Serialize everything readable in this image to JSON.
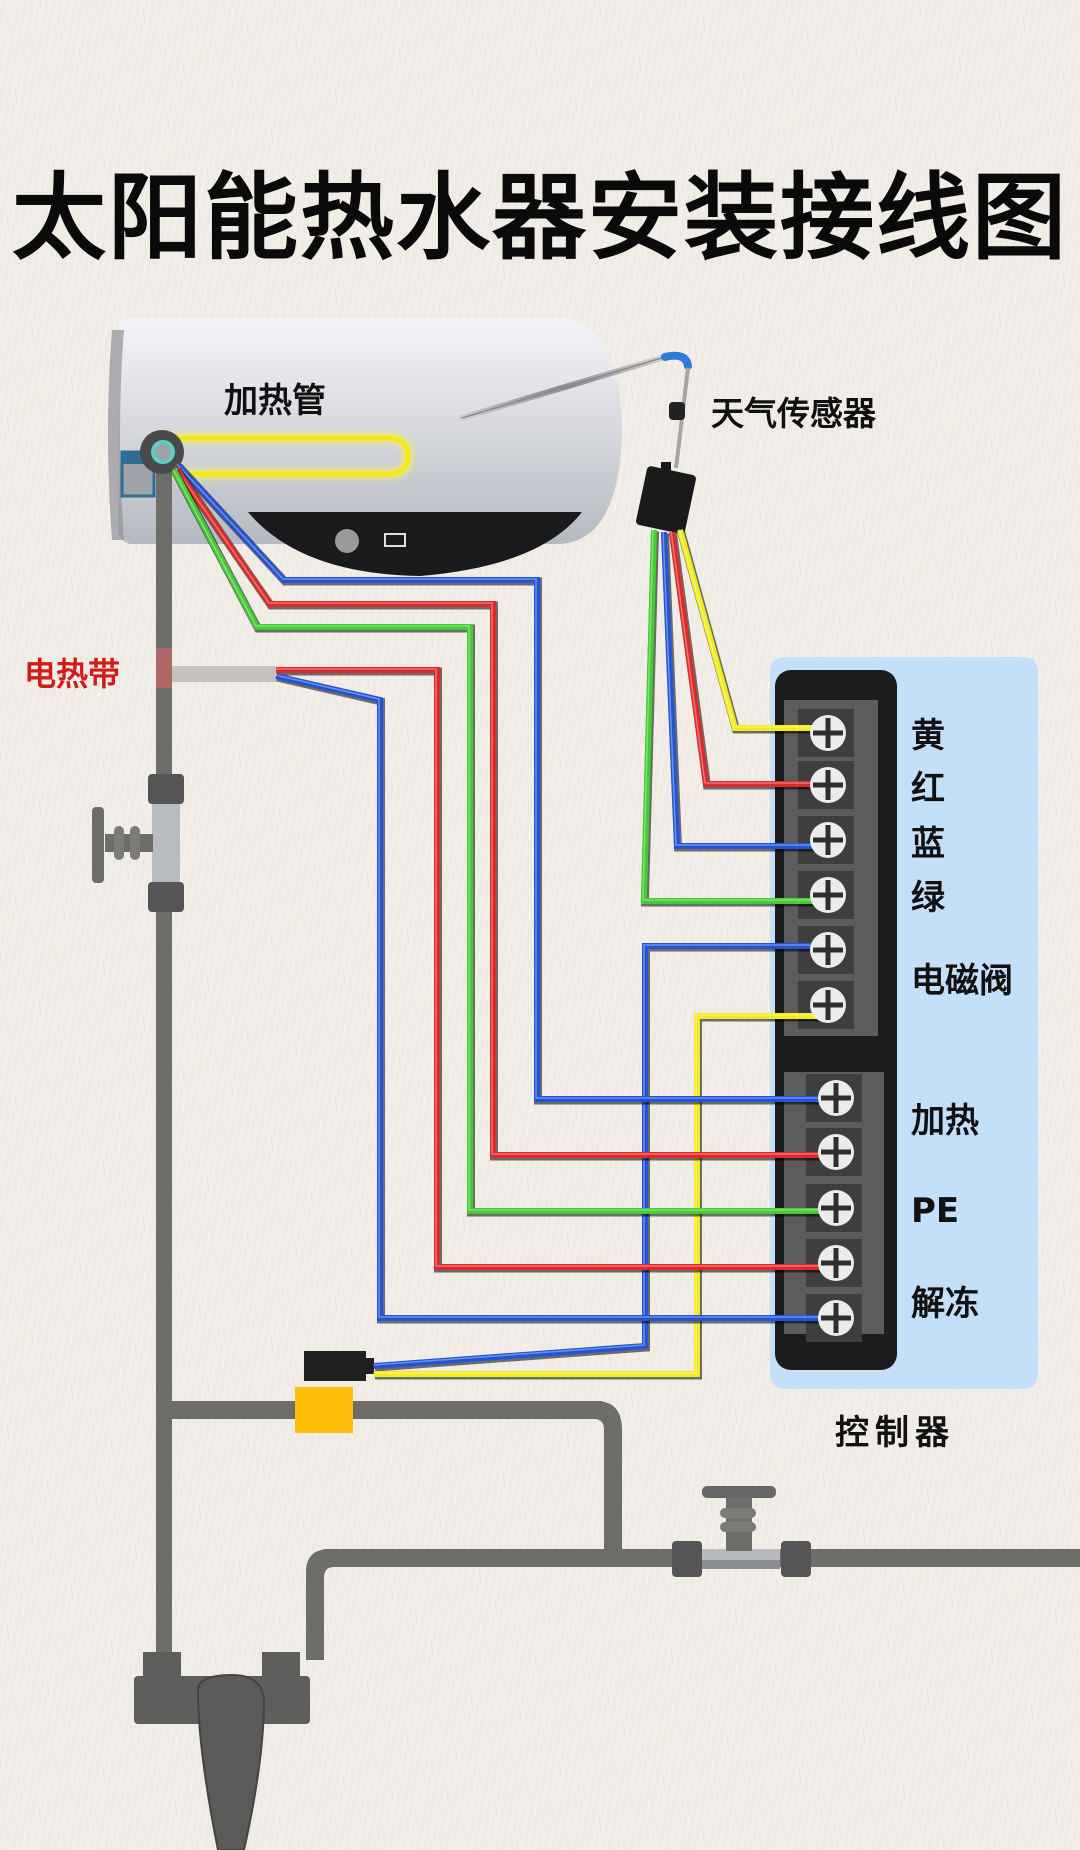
{
  "title": "太阳能热水器安装接线图",
  "labels": {
    "heating_tube": "加热管",
    "weather_sensor": "天气传感器",
    "heating_band": "电热带",
    "controller": "控制器"
  },
  "controller": {
    "upper_block": {
      "terminals": [
        {
          "wire_color": "yellow",
          "label": "黄"
        },
        {
          "wire_color": "red",
          "label": "红"
        },
        {
          "wire_color": "blue",
          "label": "蓝"
        },
        {
          "wire_color": "green",
          "label": "绿"
        },
        {
          "wire_color": "blue",
          "label": ""
        },
        {
          "wire_color": "yellow",
          "label": ""
        }
      ],
      "group_label": "电磁阀"
    },
    "lower_block": {
      "terminals": [
        {
          "wire_color": "blue",
          "label": ""
        },
        {
          "wire_color": "red",
          "label": ""
        },
        {
          "wire_color": "green",
          "label": ""
        },
        {
          "wire_color": "red",
          "label": ""
        },
        {
          "wire_color": "blue",
          "label": ""
        }
      ],
      "group_labels": [
        "加热",
        "PE",
        "解冻"
      ]
    }
  },
  "connections": [
    {
      "from": "天气传感器",
      "wire": "yellow",
      "to": "黄"
    },
    {
      "from": "天气传感器",
      "wire": "red",
      "to": "红"
    },
    {
      "from": "天气传感器",
      "wire": "blue",
      "to": "蓝"
    },
    {
      "from": "天气传感器",
      "wire": "green",
      "to": "绿"
    },
    {
      "from": "电磁阀 (solenoid valve)",
      "wire": "blue",
      "to": "电磁阀"
    },
    {
      "from": "电磁阀 (solenoid valve)",
      "wire": "yellow",
      "to": "电磁阀"
    },
    {
      "from": "加热管",
      "wire": "blue",
      "to": "加热"
    },
    {
      "from": "加热管",
      "wire": "red",
      "to": "加热"
    },
    {
      "from": "加热管",
      "wire": "green",
      "to": "PE"
    },
    {
      "from": "电热带",
      "wire": "red",
      "to": "解冻"
    },
    {
      "from": "电热带",
      "wire": "blue",
      "to": "解冻"
    }
  ],
  "colors": {
    "background": "#f0ece5",
    "wire_yellow": "#f2ec1e",
    "wire_red": "#e02a2a",
    "wire_blue": "#2255d6",
    "wire_green": "#44cc33",
    "pipe": "#6d6d6a",
    "controller_panel": "#c3e0f8",
    "controller_body": "#1c1c1c",
    "solenoid_valve": "#fdbf0a",
    "heating_band_label": "#d21c1c"
  }
}
